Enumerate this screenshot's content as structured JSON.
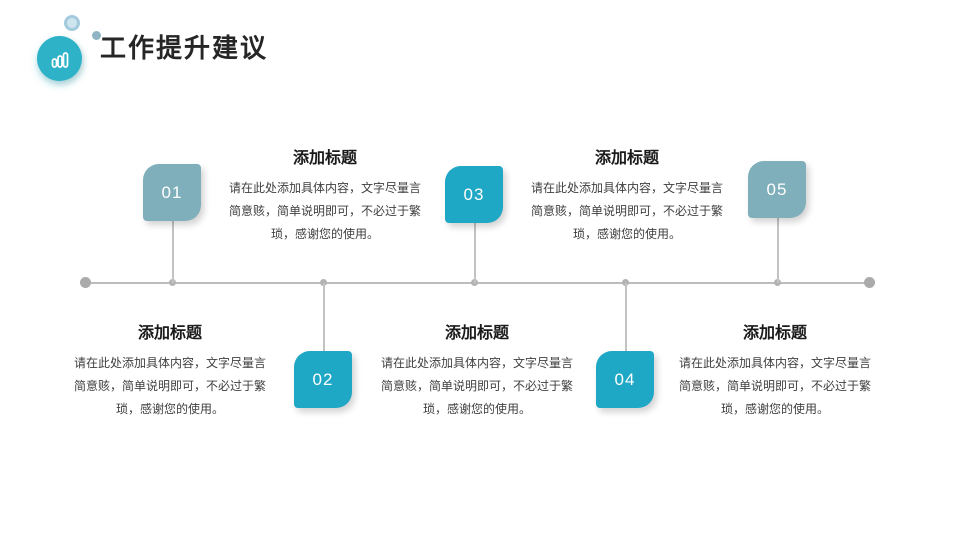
{
  "header": {
    "title": "工作提升建议",
    "icon": "bar-chart-icon"
  },
  "colors": {
    "accent_bright": "#1fa7c6",
    "accent_muted": "#7fafba",
    "header_circle": "#2eb2c7",
    "timeline_gray": "#bcbcbc",
    "title_text": "#262626",
    "body_text": "#3f3f3f"
  },
  "timeline": {
    "boxes": [
      {
        "number": "01",
        "variant": "muted",
        "row": "top"
      },
      {
        "number": "02",
        "variant": "bright",
        "row": "bottom"
      },
      {
        "number": "03",
        "variant": "bright",
        "row": "top"
      },
      {
        "number": "04",
        "variant": "bright",
        "row": "bottom"
      },
      {
        "number": "05",
        "variant": "muted",
        "row": "top"
      }
    ],
    "text_blocks": [
      {
        "row": "top",
        "title": "添加标题",
        "body": "请在此处添加具体内容，文字尽量言简意赅，简单说明即可，不必过于繁琐，感谢您的使用。"
      },
      {
        "row": "top",
        "title": "添加标题",
        "body": "请在此处添加具体内容，文字尽量言简意赅，简单说明即可，不必过于繁琐，感谢您的使用。"
      },
      {
        "row": "bottom",
        "title": "添加标题",
        "body": "请在此处添加具体内容，文字尽量言简意赅，简单说明即可，不必过于繁琐，感谢您的使用。"
      },
      {
        "row": "bottom",
        "title": "添加标题",
        "body": "请在此处添加具体内容，文字尽量言简意赅，简单说明即可，不必过于繁琐，感谢您的使用。"
      },
      {
        "row": "bottom",
        "title": "添加标题",
        "body": "请在此处添加具体内容，文字尽量言简意赅，简单说明即可，不必过于繁琐，感谢您的使用。"
      }
    ]
  }
}
